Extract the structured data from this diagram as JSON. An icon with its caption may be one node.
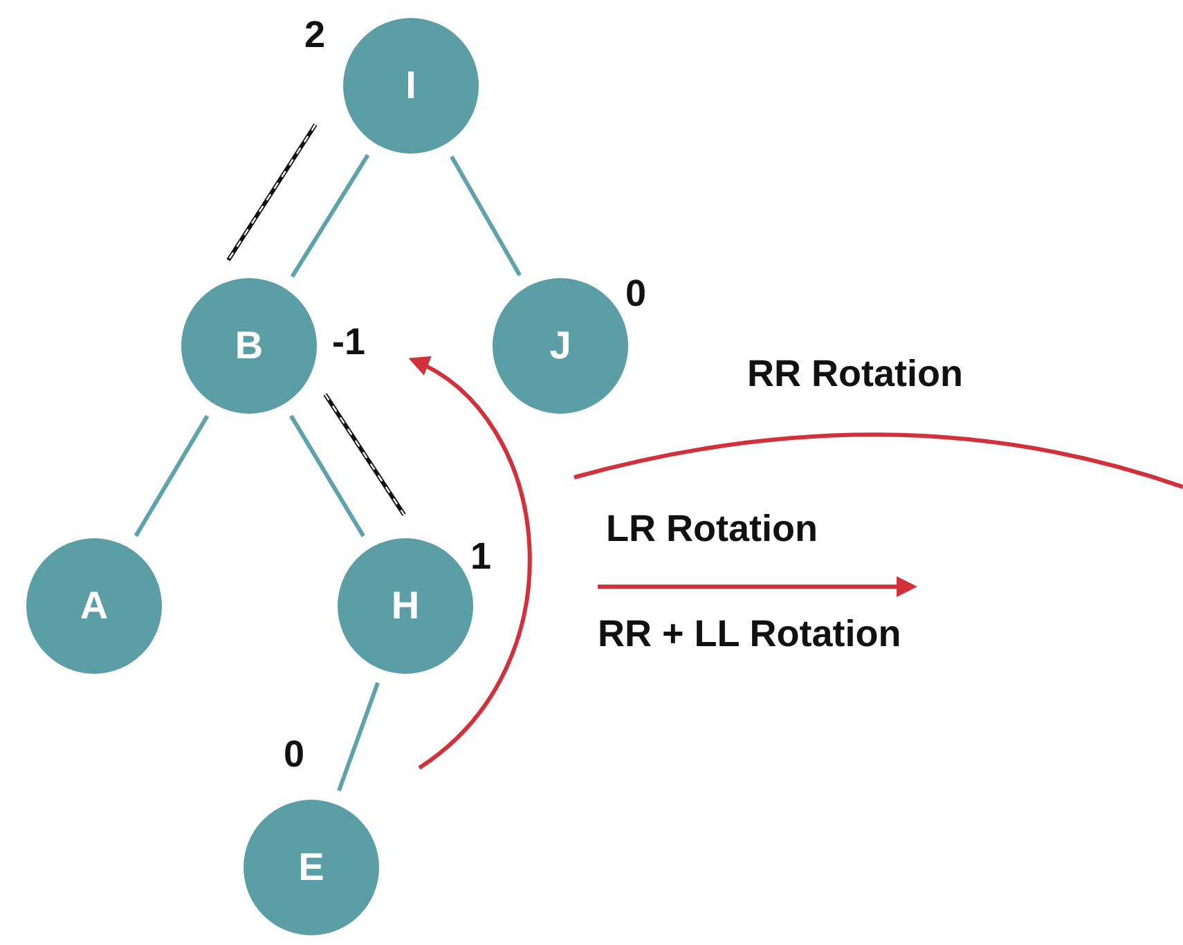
{
  "diagram": {
    "nodes": [
      {
        "text": [
          "I"
        ],
        "beside": [
          "2"
        ]
      },
      {
        "text": [
          "B"
        ],
        "beside": [
          "-1"
        ]
      },
      {
        "text": [
          "J"
        ],
        "beside": [
          "0"
        ]
      },
      {
        "text": [
          "A"
        ]
      },
      {
        "text": [
          "H"
        ],
        "beside": [
          "1"
        ]
      },
      {
        "text": [
          "E"
        ],
        "beside": [
          "0"
        ]
      }
    ],
    "edges": [
      {
        "from": 0,
        "to": 1,
        "arrow": "none"
      },
      {
        "from": 0,
        "to": 2,
        "arrow": "none"
      },
      {
        "from": 1,
        "to": 3,
        "arrow": "none"
      },
      {
        "from": 1,
        "to": 4,
        "arrow": "none"
      },
      {
        "from": 4,
        "to": 5,
        "arrow": "none"
      }
    ],
    "labels": [
      "RR Rotation",
      "LR Rotation",
      "RR + LL Rotation"
    ]
  }
}
